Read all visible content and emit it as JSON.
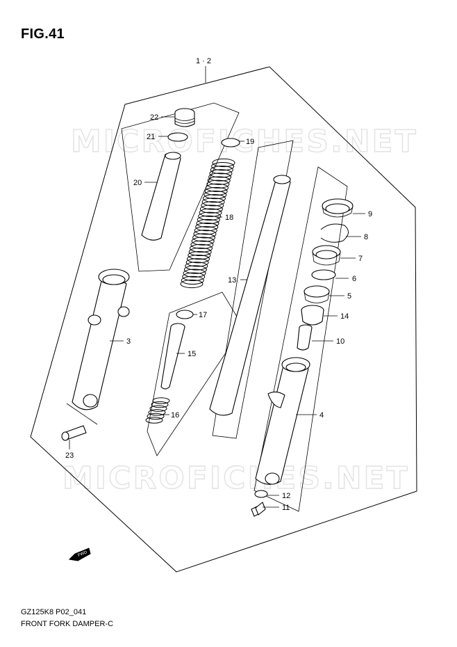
{
  "figure": {
    "title": "FIG.41",
    "group_label": "1 · 2"
  },
  "watermark": {
    "text_top": "MICROFICHES.NET",
    "text_bottom": "MICROFICHES.NET"
  },
  "callouts": {
    "p22": "22",
    "p21": "21",
    "p19": "19",
    "p20": "20",
    "p18": "18",
    "p13": "13",
    "p9": "9",
    "p8": "8",
    "p7": "7",
    "p6": "6",
    "p5": "5",
    "p14": "14",
    "p10": "10",
    "p3": "3",
    "p17": "17",
    "p15": "15",
    "p16": "16",
    "p4": "4",
    "p23": "23",
    "p12": "12",
    "p11": "11"
  },
  "direction_badge": "FWD",
  "footer": {
    "code": "GZ125K8 P02_041",
    "name": "FRONT FORK DAMPER-C"
  },
  "colors": {
    "ink": "#000000",
    "paper": "#ffffff",
    "watermark": "#e2e2e2"
  }
}
